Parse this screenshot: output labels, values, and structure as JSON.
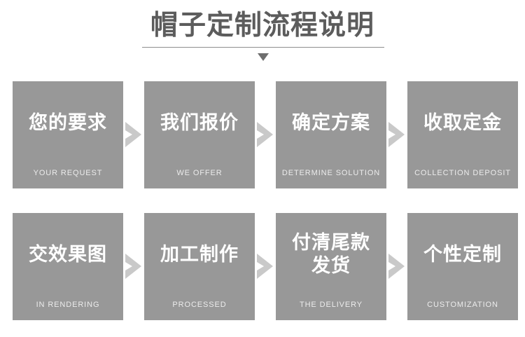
{
  "header": {
    "title": "帽子定制流程说明",
    "divider": "horizontal-rule",
    "caret": "down-triangle-marker"
  },
  "flow": {
    "accent_box_color": "#989898",
    "chevron_color": "#c9c9c9",
    "title_color": "#5c5c5c",
    "rows": [
      {
        "steps": [
          {
            "cn": "您的要求",
            "cn2": "",
            "en": "YOUR REQUEST"
          },
          {
            "cn": "我们报价",
            "cn2": "",
            "en": "WE OFFER"
          },
          {
            "cn": "确定方案",
            "cn2": "",
            "en": "DETERMINE SOLUTION"
          },
          {
            "cn": "收取定金",
            "cn2": "",
            "en": "COLLECTION DEPOSIT"
          }
        ]
      },
      {
        "steps": [
          {
            "cn": "交效果图",
            "cn2": "",
            "en": "IN RENDERING"
          },
          {
            "cn": "加工制作",
            "cn2": "",
            "en": "PROCESSED"
          },
          {
            "cn": "付清尾款",
            "cn2": "发货",
            "en": "THE DELIVERY"
          },
          {
            "cn": "个性定制",
            "cn2": "",
            "en": "CUSTOMIZATION"
          }
        ]
      }
    ]
  }
}
